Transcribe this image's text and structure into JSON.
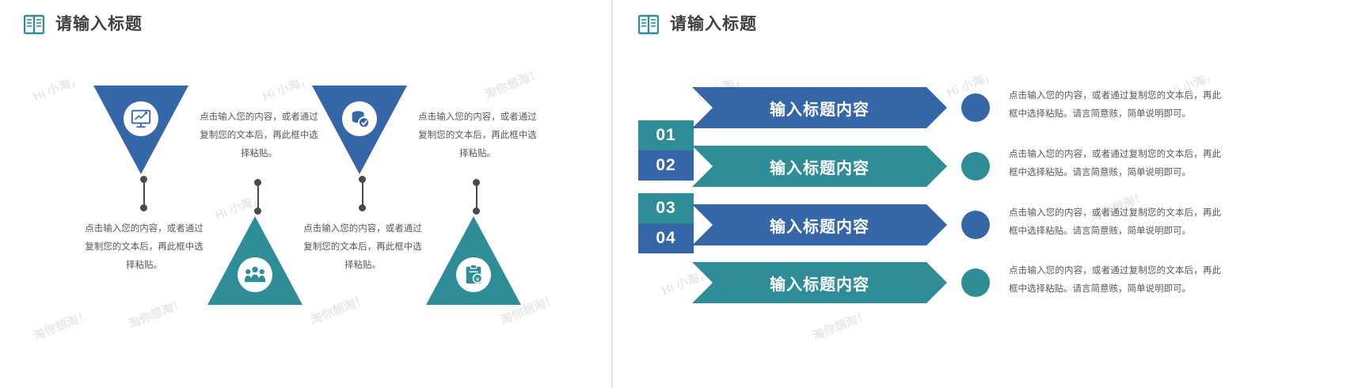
{
  "colors": {
    "blue": "#3566a8",
    "teal": "#2e8d96",
    "text": "#58585a",
    "title": "#3f3f3f",
    "watermark": "#e8e8e8"
  },
  "watermarks": {
    "a": "Hi 小淘，",
    "b": "淘你想淘！"
  },
  "slide_left": {
    "header": {
      "icon": "book-icon",
      "title": "请输入标题"
    },
    "items": [
      {
        "icon": "presentation-chart-icon",
        "direction": "down",
        "color": "#3566a8",
        "text": "点击输入您的内容，或者通过复制您的文本后，再此框中选择粘贴。"
      },
      {
        "icon": "people-group-icon",
        "direction": "up",
        "color": "#2e8d96",
        "text": "点击输入您的内容，或者通过复制您的文本后，再此框中选择粘贴。"
      },
      {
        "icon": "coins-check-icon",
        "direction": "down",
        "color": "#3566a8",
        "text": "点击输入您的内容，或者通过复制您的文本后，再此框中选择粘贴。"
      },
      {
        "icon": "clipboard-money-icon",
        "direction": "up",
        "color": "#2e8d96",
        "text": "点击输入您的内容，或者通过复制您的文本后，再此框中选择粘贴。"
      }
    ]
  },
  "slide_right": {
    "header": {
      "icon": "book-icon",
      "title": "请输入标题"
    },
    "rows": [
      {
        "number": "01",
        "badge_color": "#2e8d96",
        "band_color": "#3566a8",
        "title": "输入标题内容",
        "bullet_color": "#3566a8",
        "text": "点击输入您的内容，或者通过复制您的文本后，再此框中选择粘贴。请言简意赅，简单说明即可。"
      },
      {
        "number": "02",
        "badge_color": "#3566a8",
        "band_color": "#2e8d96",
        "title": "输入标题内容",
        "bullet_color": "#2e8d96",
        "text": "点击输入您的内容，或者通过复制您的文本后，再此框中选择粘贴。请言简意赅，简单说明即可。"
      },
      {
        "number": "03",
        "badge_color": "#2e8d96",
        "band_color": "#3566a8",
        "title": "输入标题内容",
        "bullet_color": "#3566a8",
        "text": "点击输入您的内容，或者通过复制您的文本后，再此框中选择粘贴。请言简意赅，简单说明即可。"
      },
      {
        "number": "04",
        "badge_color": "#3566a8",
        "band_color": "#2e8d96",
        "title": "输入标题内容",
        "bullet_color": "#2e8d96",
        "text": "点击输入您的内容，或者通过复制您的文本后，再此框中选择粘贴。请言简意赅，简单说明即可。"
      }
    ]
  }
}
